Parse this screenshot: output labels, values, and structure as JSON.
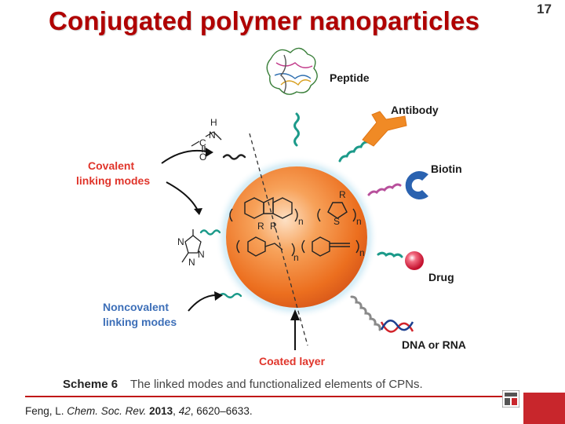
{
  "slide": {
    "title": "Conjugated polymer nanoparticles",
    "page_number": "17"
  },
  "diagram": {
    "labels": {
      "peptide": "Peptide",
      "antibody": "Antibody",
      "biotin": "Biotin",
      "drug": "Drug",
      "dna_rna": "DNA or RNA",
      "coated_layer": "Coated layer",
      "covalent_line1": "Covalent",
      "covalent_line2": "linking modes",
      "noncovalent_line1": "Noncovalent",
      "noncovalent_line2": "linking modes"
    },
    "chem": {
      "amide_h": "H",
      "amide_n": "N",
      "amide_c": "C",
      "amide_o": "O",
      "triazole_n1": "N",
      "triazole_n2": "N",
      "triazole_n3": "N",
      "fluorene_r1": "R",
      "fluorene_r2": "R",
      "thiophene_r": "R",
      "thiophene_s": "S",
      "sub_n1": "n",
      "sub_n2": "n",
      "sub_n3": "n",
      "sub_n4": "n"
    },
    "colors": {
      "core": "#f07a2a",
      "halo": "#8ecde6",
      "covalent_text": "#e0352b",
      "noncovalent_text": "#3d6fb8",
      "antibody": "#f08a25",
      "biotin": "#2a62b0",
      "drug": "#d81b3e"
    }
  },
  "caption": {
    "number": "Scheme 6",
    "text": "The linked modes and functionalized elements of CPNs."
  },
  "citation": {
    "authors": "Feng, L.",
    "journal": "Chem. Soc. Rev.",
    "year": "2013",
    "volume": "42",
    "pages": "6620–6633."
  }
}
